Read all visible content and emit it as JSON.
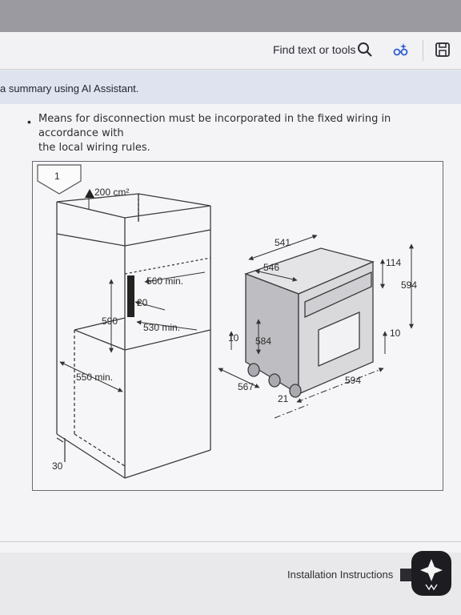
{
  "toolbar": {
    "find_label": "Find text or tools"
  },
  "ai_banner": {
    "text": "a summary using AI Assistant."
  },
  "document": {
    "bullet_line_1": "Means for disconnection must be incorporated in the fixed wiring in accordance with",
    "bullet_line_2": "the local wiring rules.",
    "figure": {
      "number": "1",
      "labels": {
        "vent": "200 cm²",
        "width_min": "560 min.",
        "depth_min": "530 min.",
        "gap": "20",
        "niche_height": "590",
        "lower_min": "550 min.",
        "plinth": "30",
        "oven_width_top": "541",
        "oven_depth": "546",
        "top_gap": "114",
        "front_height": "594",
        "body_height": "584",
        "bottom_left": "10",
        "bottom_right": "10",
        "depth_bottom": "567",
        "front_width": "594",
        "front_thickness": "21"
      }
    },
    "footer_title": "Installation Instructions"
  },
  "colors": {
    "topstrip": "#9a9aa0",
    "ai_banner": "#dfe3f0",
    "line": "#3a3a3a",
    "oven_face": "#d9d9dc",
    "oven_shade": "#bdbdc2"
  }
}
